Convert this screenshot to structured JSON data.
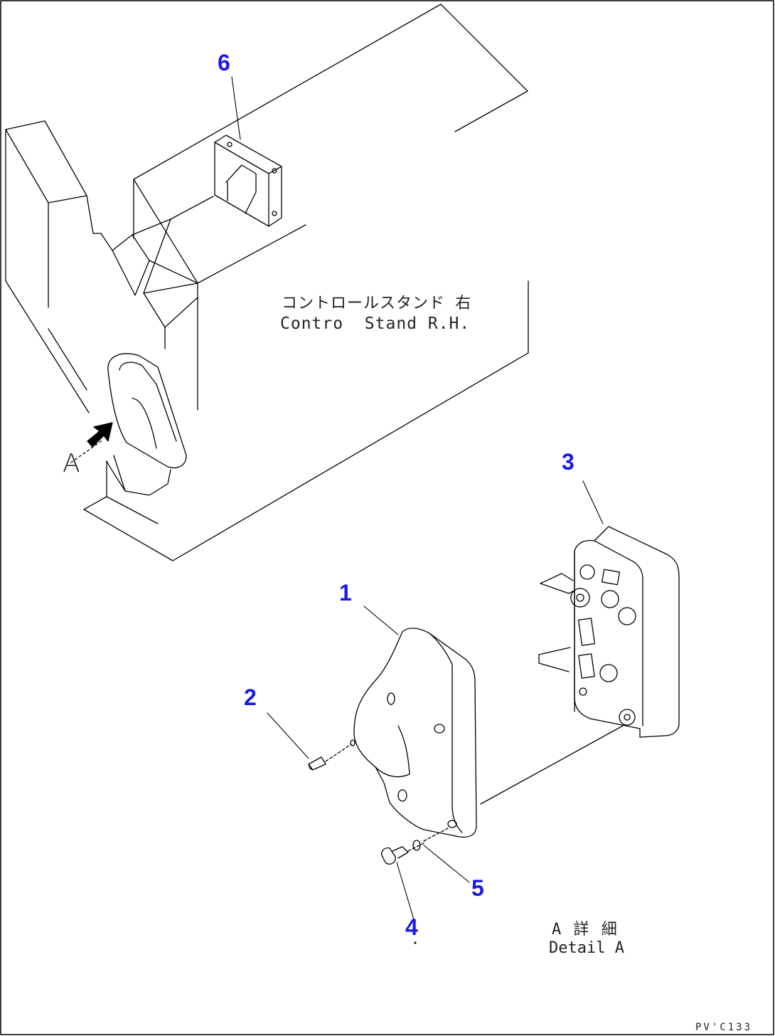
{
  "colors": {
    "line": "#000000",
    "callout_number": "#1a1ae6",
    "background": "#ffffff"
  },
  "callouts": {
    "part_1": "1",
    "part_2": "2",
    "part_3": "3",
    "part_4": "4",
    "part_5": "5",
    "part_6": "6"
  },
  "labels": {
    "control_stand_jp": "コントロールスタンド 右",
    "control_stand_en": "Contro  Stand R.H.",
    "view_letter": "A",
    "detail_jp": "A 詳 細",
    "detail_en": "Detail A",
    "drawing_code": "PV'C133"
  }
}
